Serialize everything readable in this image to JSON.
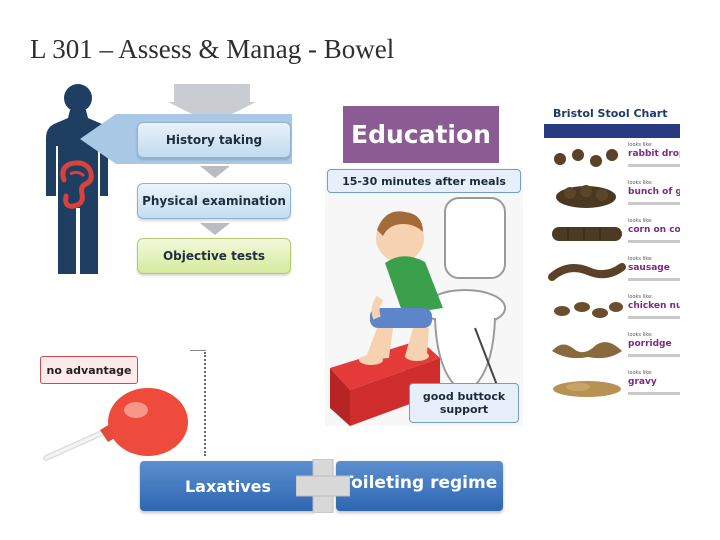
{
  "slide": {
    "title": "L 301 – Assess & Manag - Bowel"
  },
  "assessment_flow": {
    "steps": [
      "History taking",
      "Physical examination",
      "Objective tests"
    ],
    "colors": {
      "box": "#c2daee",
      "objective": "#d5ea9c",
      "silhouette": "#1e3f62",
      "intestine": "#d9413a"
    }
  },
  "education": {
    "banner": "Education",
    "meal_timing": "15-30 minutes after meals",
    "support_note": [
      "good buttock",
      "support"
    ],
    "colors": {
      "banner": "#8a5c93"
    }
  },
  "bristol_chart": {
    "title": "Bristol Stool Chart",
    "looks_like": "looks like:",
    "types": [
      "rabbit droppings",
      "bunch of grapes",
      "corn on cob",
      "sausage",
      "chicken nuggets",
      "porridge",
      "gravy"
    ]
  },
  "enema": {
    "note": "no advantage"
  },
  "treatments": {
    "left": "Laxatives",
    "right": "Toileting regime",
    "colors": {
      "bar": "#3a72bc"
    }
  }
}
